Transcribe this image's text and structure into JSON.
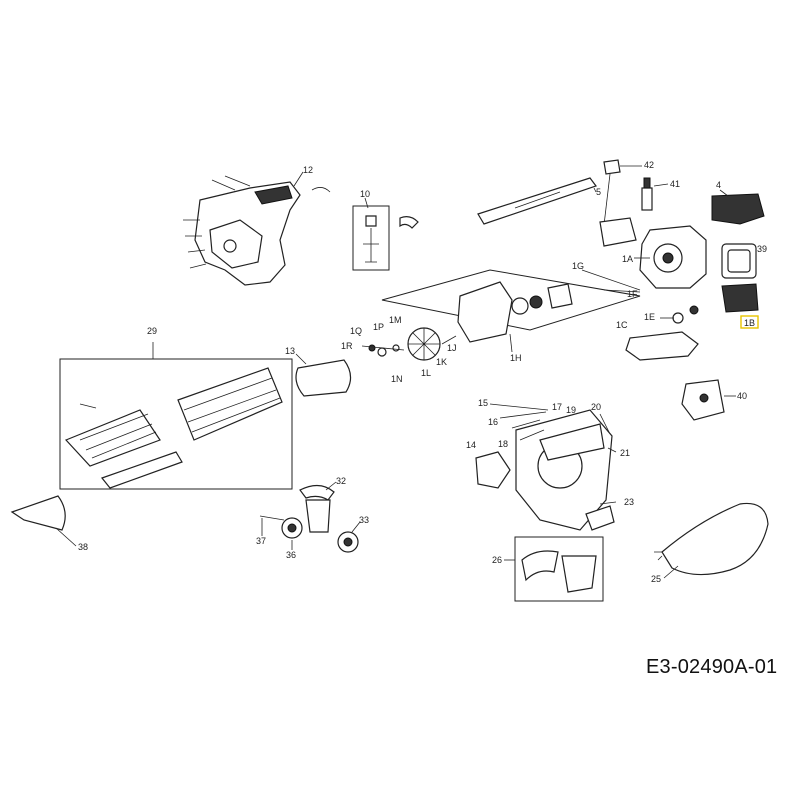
{
  "drawing_code": "E3-02490A-01",
  "labels": {
    "p12": "12",
    "p10": "10",
    "p42": "42",
    "p5": "5",
    "p41": "41",
    "p4": "4",
    "p39": "39",
    "p1A": "1A",
    "p1G": "1G",
    "p1F": "1F",
    "p1B": "1B",
    "p1E": "1E",
    "p1C": "1C",
    "p29": "29",
    "p1Q": "1Q",
    "p1R": "1R",
    "p1P": "1P",
    "p1M": "1M",
    "p13": "13",
    "p1J": "1J",
    "p1K": "1K",
    "p1L": "1L",
    "p1N": "1N",
    "p1H": "1H",
    "p40": "40",
    "p15": "15",
    "p17": "17",
    "p16": "16",
    "p19": "19",
    "p20": "20",
    "p18": "18",
    "p21": "21",
    "p14": "14",
    "p32": "32",
    "p23": "23",
    "p37": "37",
    "p33": "33",
    "p36": "36",
    "p38": "38",
    "p26": "26",
    "p25": "25"
  },
  "highlight": {
    "color": "#e8c500",
    "target": "1B"
  }
}
